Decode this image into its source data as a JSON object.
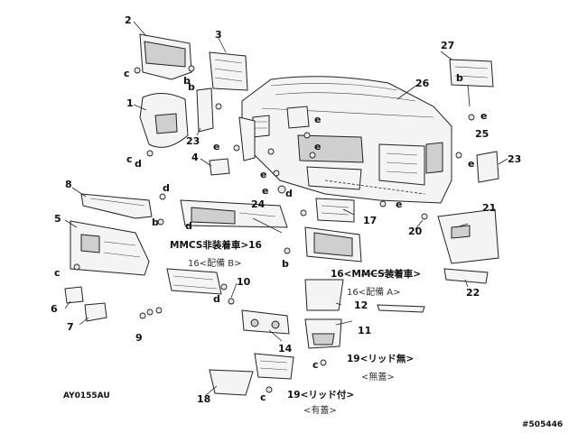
{
  "callouts": {
    "n1": "1",
    "n2": "2",
    "n3": "3",
    "n4": "4",
    "n5": "5",
    "n6": "6",
    "n7": "7",
    "n8": "8",
    "n9": "9",
    "n10": "10",
    "n11": "11",
    "n12": "12",
    "n14": "14",
    "n16": "16",
    "n17": "17",
    "n18": "18",
    "n20": "20",
    "n21": "21",
    "n22": "22",
    "n23a": "23",
    "n23b": "23",
    "n24": "24",
    "n25": "25",
    "n26": "26",
    "n27": "27",
    "b1": "b",
    "b2": "b",
    "b3": "b",
    "b4": "b",
    "b5": "b",
    "c1": "c",
    "c2": "c",
    "c3": "c",
    "c4": "c",
    "c5": "c",
    "d1": "d",
    "d2": "d",
    "d3": "d",
    "d4": "d",
    "d5": "d",
    "e1": "e",
    "e2": "e",
    "e3": "e",
    "e4": "e",
    "e5": "e",
    "e6": "e",
    "e7": "e",
    "e8": "e"
  },
  "labels": {
    "mmcs_none": "MMCS非装着車>16",
    "fitting_b": "16<配備 B>",
    "mmcs_fitted": "16<MMCS装着車>",
    "fitting_a": "16<配備 A>",
    "lid_none": "19<リッド無>",
    "no_cover": "<無蓋>",
    "lid_with": "19<リッド付>",
    "with_cover": "<有蓋>"
  },
  "figure_code": "AY0155AU",
  "image_number": "#505446"
}
